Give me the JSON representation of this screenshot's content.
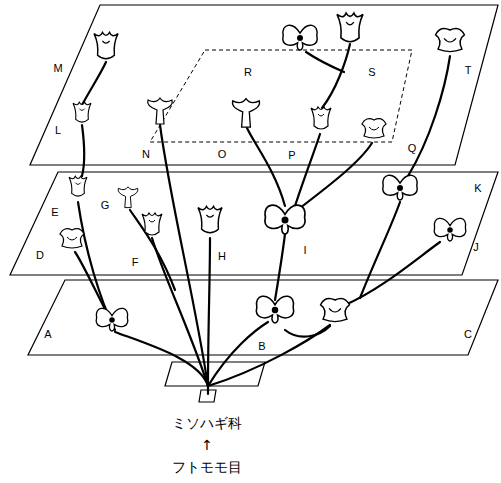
{
  "diagram": {
    "labels": [
      "A",
      "B",
      "C",
      "D",
      "E",
      "F",
      "G",
      "H",
      "I",
      "J",
      "K",
      "L",
      "M",
      "N",
      "O",
      "P",
      "Q",
      "R",
      "S",
      "T",
      "ミソハギ科",
      "↑",
      "フトモモ目"
    ]
  }
}
